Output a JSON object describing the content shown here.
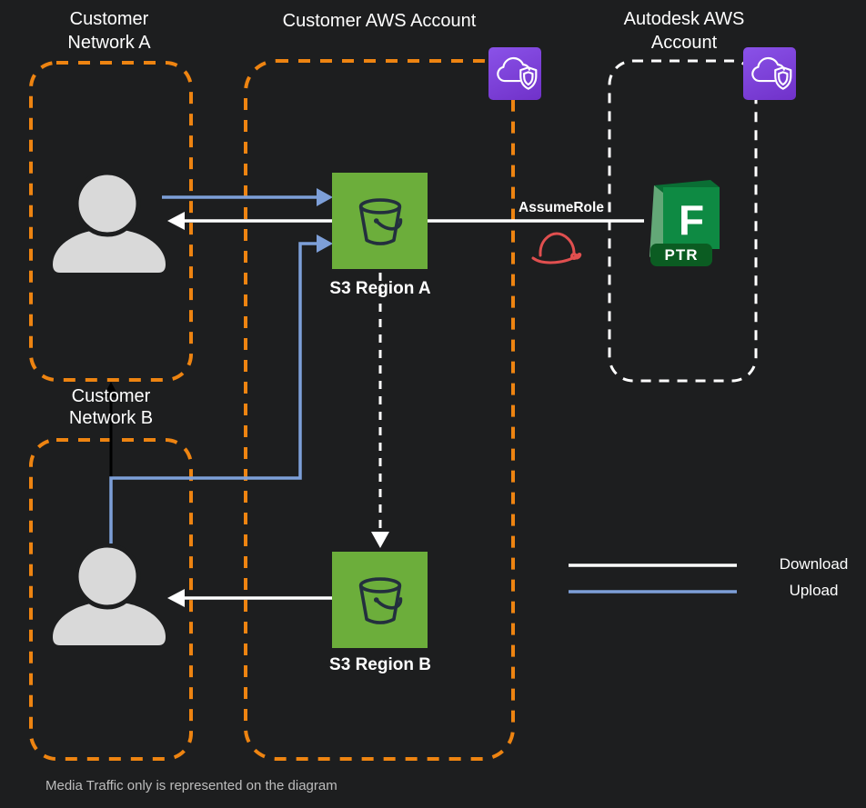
{
  "colors": {
    "background": "#1d1e1f",
    "orange_border": "#EE8411",
    "white": "#ffffff",
    "upload_blue": "#7D9FD8",
    "s3_green": "#6CAE3B",
    "bucket_stroke": "#232F3E",
    "purple_icon_from": "#8A52E8",
    "purple_icon_to": "#7031C9",
    "flame_front": "#0E8A43",
    "flame_left": "#63A877",
    "flame_top": "#0A6E34",
    "ptr_badge": "#0B5C22",
    "helmet_red": "#E04F4F",
    "person_fill": "#D9D9D9",
    "footer_text": "#BDBDBD"
  },
  "groups": {
    "customer_network_a": {
      "label_lines": [
        "Customer",
        "Network A"
      ]
    },
    "customer_network_b": {
      "label_lines": [
        "Customer",
        "Network B"
      ]
    },
    "customer_aws_account": {
      "label": "Customer AWS Account"
    },
    "autodesk_aws_account": {
      "label_lines": [
        "Autodesk AWS",
        "Account"
      ]
    }
  },
  "nodes": {
    "s3_region_a": {
      "label": "S3 Region A"
    },
    "s3_region_b": {
      "label": "S3 Region B"
    },
    "flow_production_tracking": {
      "letter": "F",
      "badge": "PTR"
    }
  },
  "annotations": {
    "assume_role": "AssumeRole"
  },
  "legend": {
    "download": "Download",
    "upload": "Upload"
  },
  "footer": {
    "note": "Media Traffic only is represented on the diagram"
  },
  "icons": [
    "aws-cloud-shield-icon",
    "s3-bucket-icon",
    "user-icon",
    "hard-hat-icon",
    "flow-production-tracking-icon"
  ]
}
